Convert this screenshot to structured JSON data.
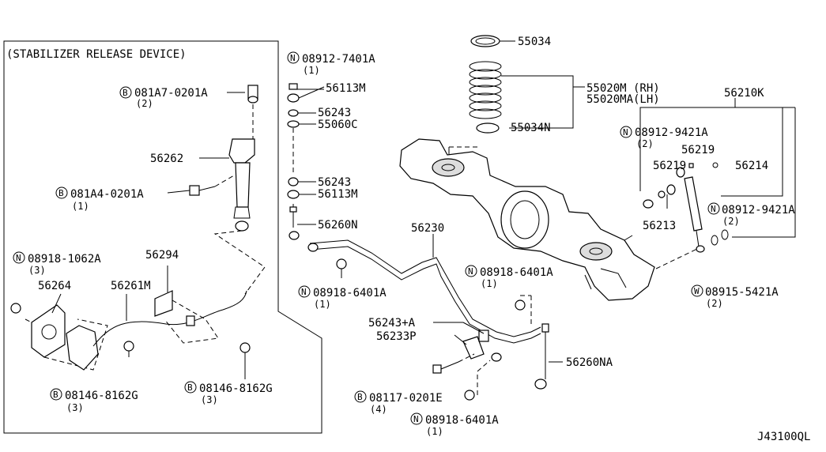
{
  "box_title": "(STABILIZER RELEASE DEVICE)",
  "diagram_code": "J43100QL",
  "labels": {
    "p55034": "55034",
    "p55020m_rh": "55020M (RH)",
    "p55020ma_lh": "55020MA(LH)",
    "p55034n": "55034N",
    "p56210k": "56210K",
    "n08912_9421a_top": "08912-9421A",
    "n08912_9421a_top_qty": "(2)",
    "p56219_a": "56219",
    "p56219_b": "56219",
    "p56214": "56214",
    "p56213": "56213",
    "n08912_9421a_right": "08912-9421A",
    "n08912_9421a_right_qty": "(2)",
    "w08915_5421a": "08915-5421A",
    "w08915_5421a_qty": "(2)",
    "n08912_7401a": "08912-7401A",
    "n08912_7401a_qty": "(1)",
    "p56113m_top": "56113M",
    "p56243_top": "56243",
    "p55060c": "55060C",
    "p56243_mid": "56243",
    "p56113m_mid": "56113M",
    "p56260n": "56260N",
    "p56230": "56230",
    "n08918_6401a_left": "08918-6401A",
    "n08918_6401a_left_qty": "(1)",
    "n08918_6401a_right": "08918-6401A",
    "n08918_6401a_right_qty": "(1)",
    "p56243a": "56243+A",
    "p56233p": "56233P",
    "p56260na": "56260NA",
    "b08117_0201e": "08117-0201E",
    "b08117_0201e_qty": "(4)",
    "n08918_6401a_bottom": "08918-6401A",
    "n08918_6401a_bottom_qty": "(1)",
    "b081a7_0201a": "081A7-0201A",
    "b081a7_0201a_qty": "(2)",
    "p56262": "56262",
    "b081a4_0201a": "081A4-0201A",
    "b081a4_0201a_qty": "(1)",
    "n08918_1062a": "08918-1062A",
    "n08918_1062a_qty": "(3)",
    "p56294": "56294",
    "p56264": "56264",
    "p56261m": "56261M",
    "b08146_8162g_left": "08146-8162G",
    "b08146_8162g_left_qty": "(3)",
    "b08146_8162g_right": "08146-8162G",
    "b08146_8162g_right_qty": "(3)"
  },
  "markers": {
    "n": "N",
    "b": "B",
    "w": "W"
  }
}
